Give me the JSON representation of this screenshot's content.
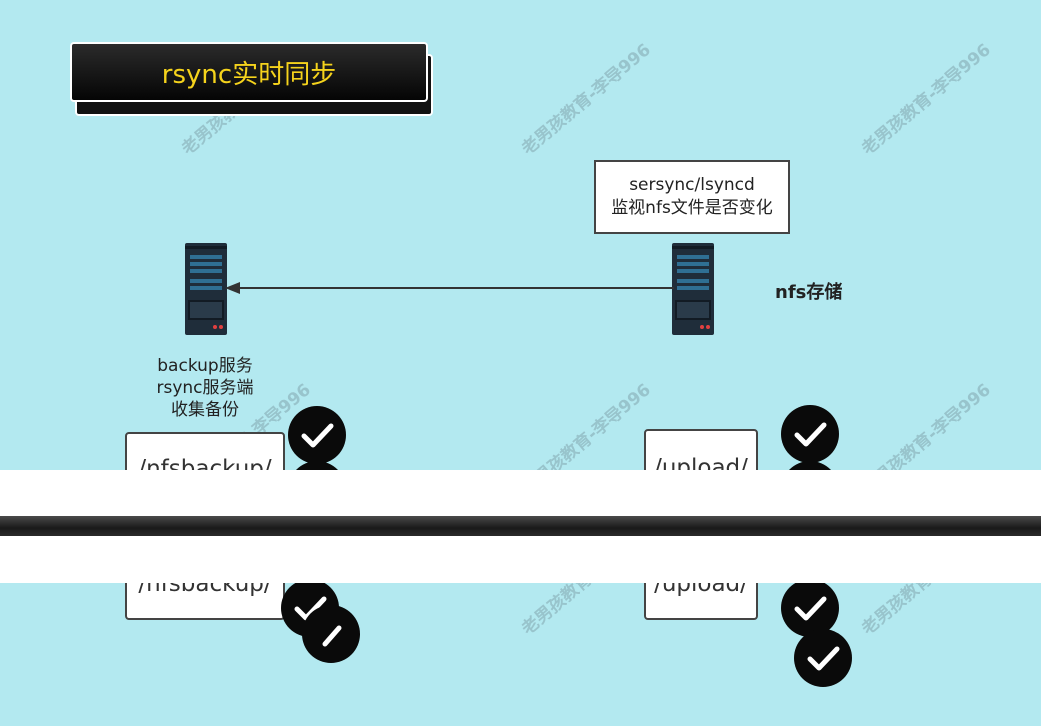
{
  "title": "rsync实时同步",
  "note": {
    "line1": "sersync/lsyncd",
    "line2": "监视nfs文件是否变化"
  },
  "left_label": {
    "line1": "backup服务",
    "line2": "rsync服务端",
    "line3": "收集备份"
  },
  "right_label": "nfs存储",
  "left_dir": "/nfsbackup/",
  "right_dir": "/upload/",
  "watermark": "老男孩教育-李导996",
  "colors": {
    "background": "#b3e9f0",
    "title_text": "#f5d31c",
    "server": "#1f2d3a",
    "server_accent": "#2f6f93",
    "check_bg": "#0a0a0a"
  },
  "icons": [
    "server-icon",
    "check-circle-icon",
    "arrow-left-icon"
  ]
}
